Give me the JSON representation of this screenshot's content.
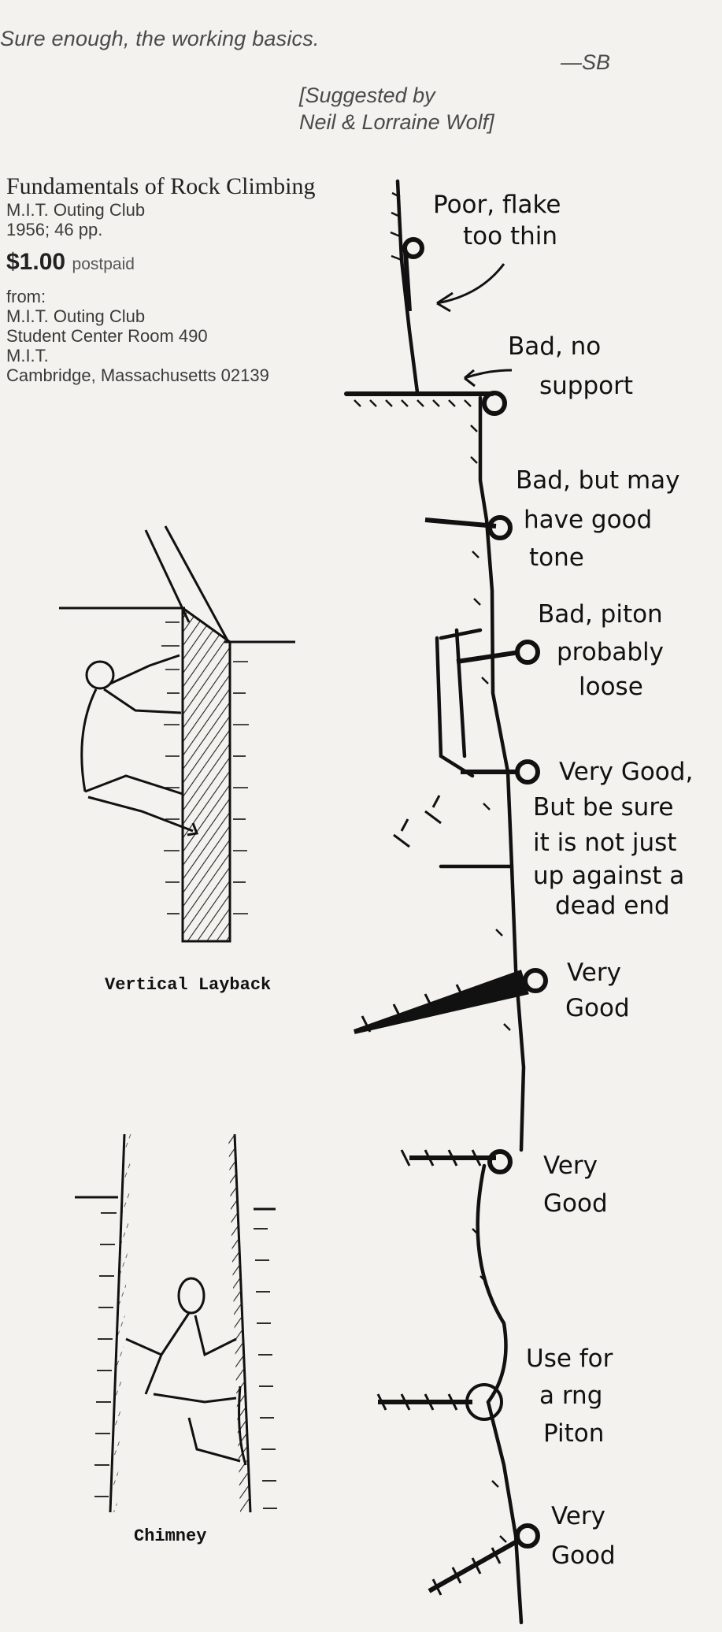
{
  "intro": {
    "quote": "Sure enough, the working basics.",
    "signature": "—SB",
    "suggested_line1": "[Suggested by",
    "suggested_line2": "Neil & Lorraine Wolf]"
  },
  "book": {
    "title": "Fundamentals of Rock Climbing",
    "publisher": "M.I.T. Outing Club",
    "edition": "1956; 46 pp.",
    "price": "$1.00",
    "price_note": "postpaid",
    "from_label": "from:",
    "address": [
      "M.I.T. Outing Club",
      "Student Center Room 490",
      "M.I.T.",
      "Cambridge, Massachusetts 02139"
    ]
  },
  "figures": {
    "layback_caption": "Vertical Layback",
    "chimney_caption": "Chimney"
  },
  "piton_notes": [
    {
      "lines": [
        "Poor, flake",
        "too thin"
      ]
    },
    {
      "lines": [
        "Bad, no",
        "support"
      ]
    },
    {
      "lines": [
        "Bad, but may",
        "have good",
        "tone"
      ]
    },
    {
      "lines": [
        "Bad, piton",
        "probably",
        "loose"
      ]
    },
    {
      "lines": [
        "Very Good,",
        "But be sure",
        "it is not just",
        "up against a",
        "dead end"
      ]
    },
    {
      "lines": [
        "Very",
        "Good"
      ]
    },
    {
      "lines": [
        "Very",
        "Good"
      ]
    },
    {
      "lines": [
        "Use for",
        "a rng",
        "Piton"
      ]
    },
    {
      "lines": [
        "Very",
        "Good"
      ]
    }
  ]
}
